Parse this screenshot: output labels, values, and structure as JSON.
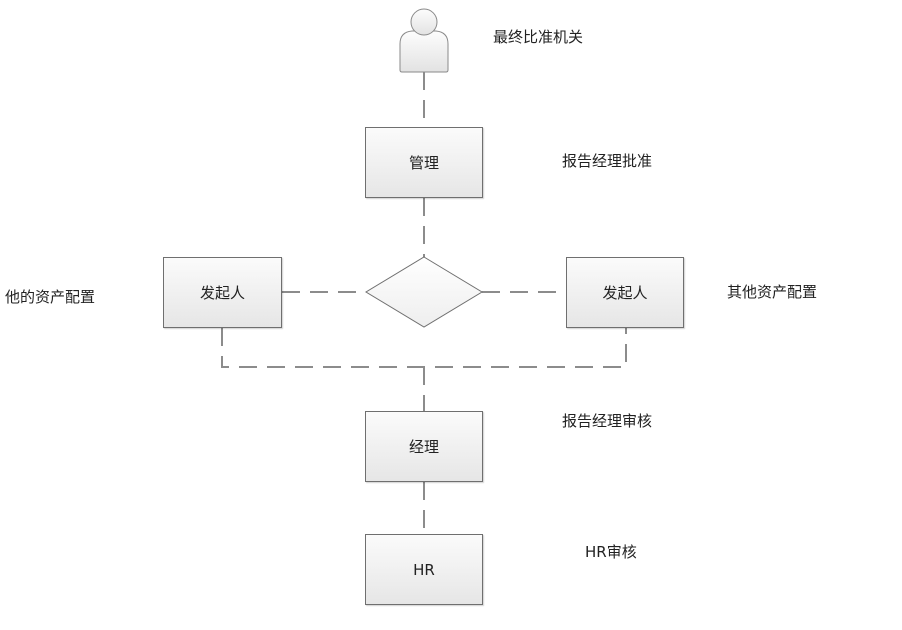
{
  "annotations": {
    "approval_authority": "最终比准机关",
    "report_manager_approval": "报告经理批准",
    "other_asset_config_left": "他的资产配置",
    "other_asset_config_right": "其他资产配置",
    "report_manager_review": "报告经理审核",
    "hr_review": "HR审核"
  },
  "nodes": {
    "management": "管理",
    "initiator_left": "发起人",
    "initiator_right": "发起人",
    "manager": "经理",
    "hr": "HR"
  },
  "icons": {
    "top_actor": "user-icon",
    "decision": "decision-diamond"
  },
  "colors": {
    "node_fill_top": "#fbfbfb",
    "node_fill_bottom": "#e6e6e6",
    "node_border": "#6f6f6f",
    "connector": "#8c8c8c",
    "text": "#222222"
  }
}
